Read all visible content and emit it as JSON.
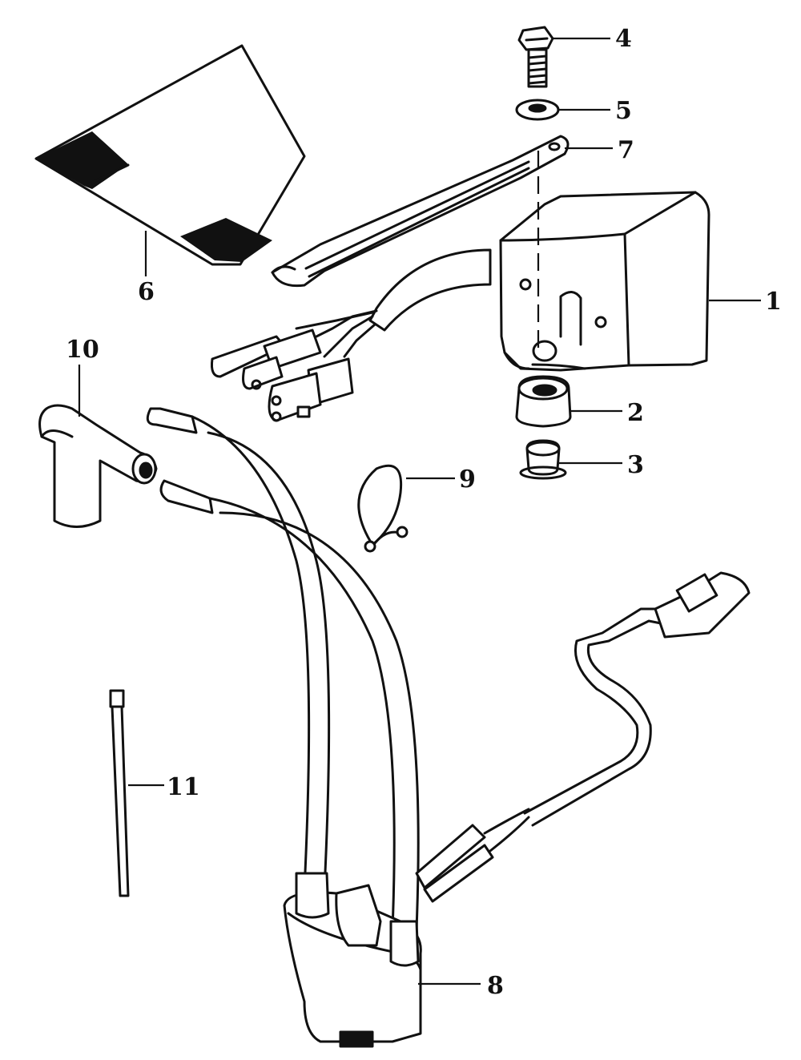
{
  "callouts": {
    "p1": "1",
    "p2": "2",
    "p3": "3",
    "p4": "4",
    "p5": "5",
    "p6": "6",
    "p7": "7",
    "p8": "8",
    "p9": "9",
    "p10": "10",
    "p11": "11"
  }
}
